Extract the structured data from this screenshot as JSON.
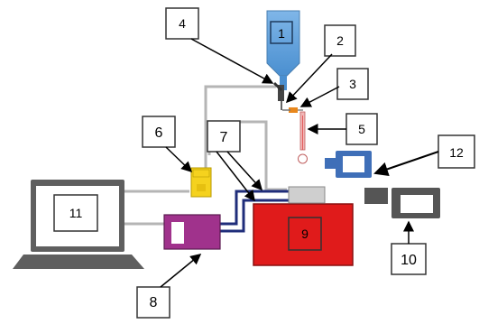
{
  "labels": {
    "l1": "1",
    "l2": "2",
    "l3": "3",
    "l4": "4",
    "l5": "5",
    "l6": "6",
    "l7": "7",
    "l8": "8",
    "l9": "9",
    "l10": "10",
    "l11": "11",
    "l12": "12"
  },
  "colors": {
    "reservoir": "#5b9bd5",
    "laptop_body": "#5f5f5f",
    "laptop_screen": "#ffffff",
    "controller": "#a0328c",
    "pump": "#e01b1b",
    "sensor": "#f5d21e",
    "camera_front": "#3f6fb8",
    "camera_side": "#555555",
    "tubing": "#1f2d7a",
    "cable": "#b5b5b5"
  }
}
